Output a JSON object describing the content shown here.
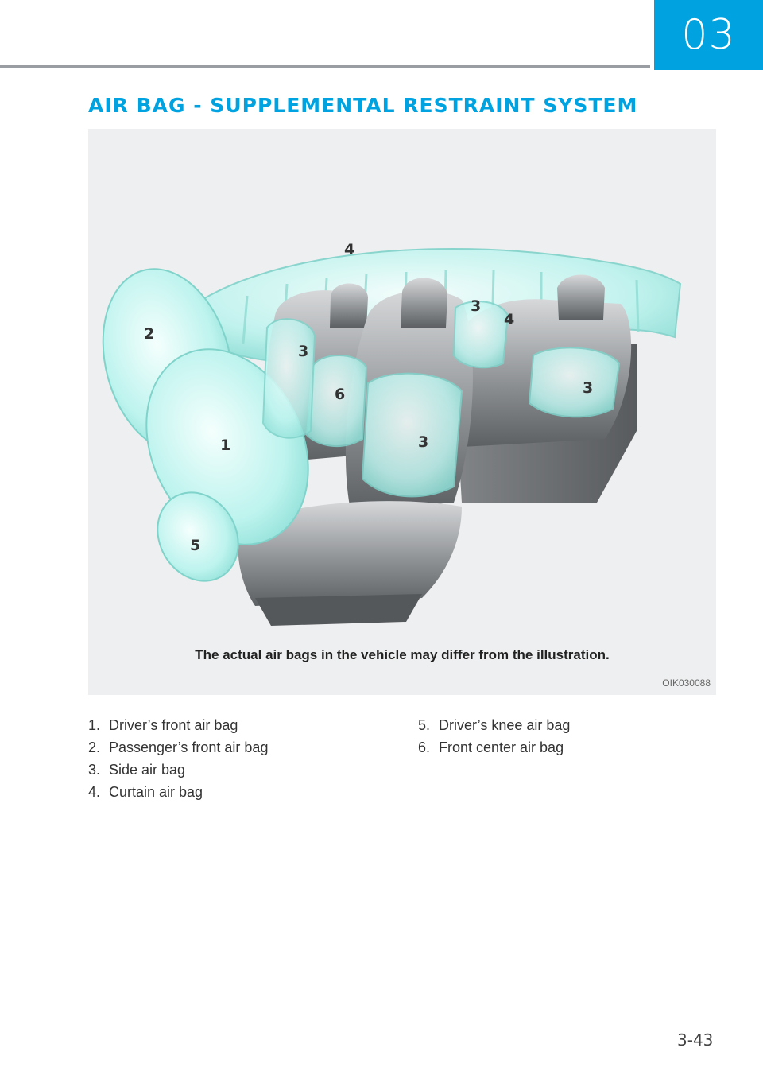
{
  "header": {
    "chapter": "03"
  },
  "section": {
    "title": "AIR BAG - SUPPLEMENTAL RESTRAINT SYSTEM"
  },
  "figure": {
    "caption": "The actual air bags in the vehicle may differ from the illustration.",
    "code": "OIK030088",
    "callouts": [
      "4",
      "2",
      "3",
      "3",
      "4",
      "6",
      "1",
      "3",
      "3",
      "5"
    ]
  },
  "legend": {
    "left": [
      {
        "num": "1.",
        "label": "Driver’s front air bag"
      },
      {
        "num": "2.",
        "label": "Passenger’s front air bag"
      },
      {
        "num": "3.",
        "label": "Side air bag"
      },
      {
        "num": "4.",
        "label": "Curtain air bag"
      }
    ],
    "right": [
      {
        "num": "5.",
        "label": "Driver’s knee air bag"
      },
      {
        "num": "6.",
        "label": "Front center air bag"
      }
    ]
  },
  "footer": {
    "page_number": "3-43"
  },
  "colors": {
    "accent": "#00a3e0",
    "airbag": "#bdf3ee",
    "seat": "#8a8d90"
  }
}
